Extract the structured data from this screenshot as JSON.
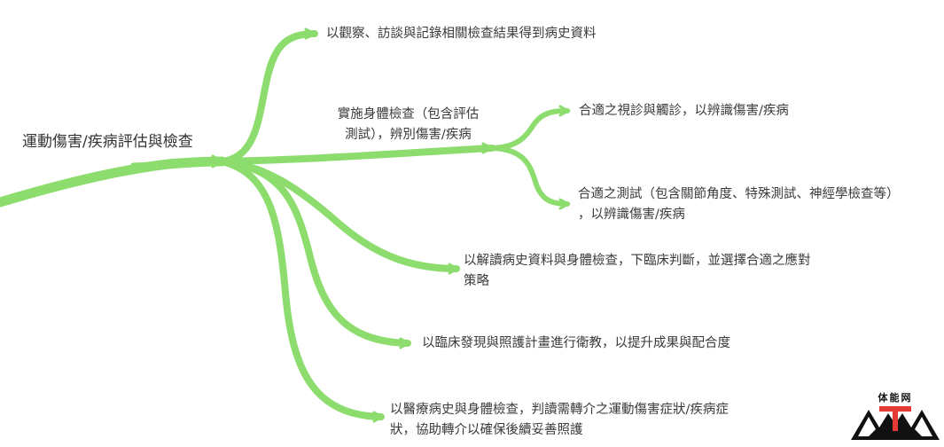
{
  "diagram": {
    "root": "運動傷害/疾病評估與檢查",
    "children": [
      {
        "id": "history",
        "lines": [
          "以觀察、訪談與記錄相關檢查結果得到病史資料"
        ]
      },
      {
        "id": "exam",
        "lines": [
          "實施身體檢查（包含評估",
          "測試），辨別傷害/疾病"
        ],
        "children": [
          {
            "id": "palpation",
            "lines": [
              "合適之視診與觸診，以辨識傷害/疾病"
            ]
          },
          {
            "id": "tests",
            "lines": [
              "合適之測試（包含關節角度、特殊測試、神經學檢查等）",
              "，以辨識傷害/疾病"
            ]
          }
        ]
      },
      {
        "id": "judgement",
        "lines": [
          "以解讀病史資料與身體檢查，下臨床判斷，並選擇合適之應對",
          "策略"
        ]
      },
      {
        "id": "education",
        "lines": [
          "以臨床發現與照護計畫進行衛教，以提升成果與配合度"
        ]
      },
      {
        "id": "referral",
        "lines": [
          "以醫療病史與身體檢查，判讀需轉介之運動傷害症狀/疾病症",
          "狀，協助轉介以確保後續妥善照護"
        ]
      }
    ]
  },
  "logo": {
    "text": "体能网"
  },
  "colors": {
    "branch": "#8cdc6e",
    "text": "#3a3a3a",
    "logo": "#111111",
    "logo_accent": "#e53935"
  }
}
